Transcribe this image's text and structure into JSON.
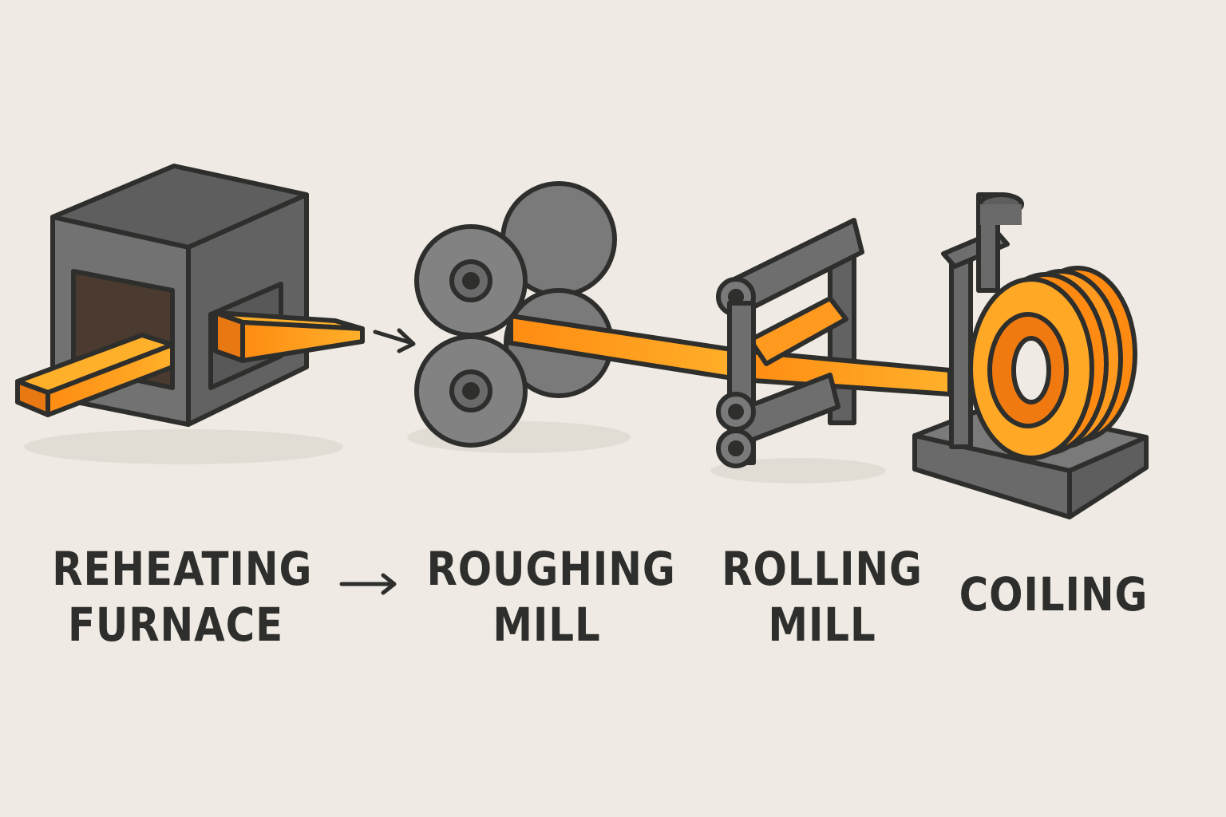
{
  "stages": [
    {
      "id": "reheating-furnace",
      "lines": [
        "REHEATING",
        "FURNACE"
      ]
    },
    {
      "id": "roughing-mill",
      "lines": [
        "ROUGHING",
        "MILL"
      ]
    },
    {
      "id": "rolling-mill",
      "lines": [
        "ROLLING",
        "MILL"
      ]
    },
    {
      "id": "coiling",
      "lines": [
        "COILING"
      ]
    }
  ],
  "colors": {
    "background": "#efebe4",
    "steel_hot": "#ff9a1f",
    "steel_hot_dark": "#f07a10",
    "machine_gray": "#6b6b6b",
    "outline": "#2e2f2c"
  },
  "icons": [
    "furnace-icon",
    "roughing-rolls-icon",
    "rolling-stand-icon",
    "coil-icon",
    "arrow-right-icon"
  ]
}
